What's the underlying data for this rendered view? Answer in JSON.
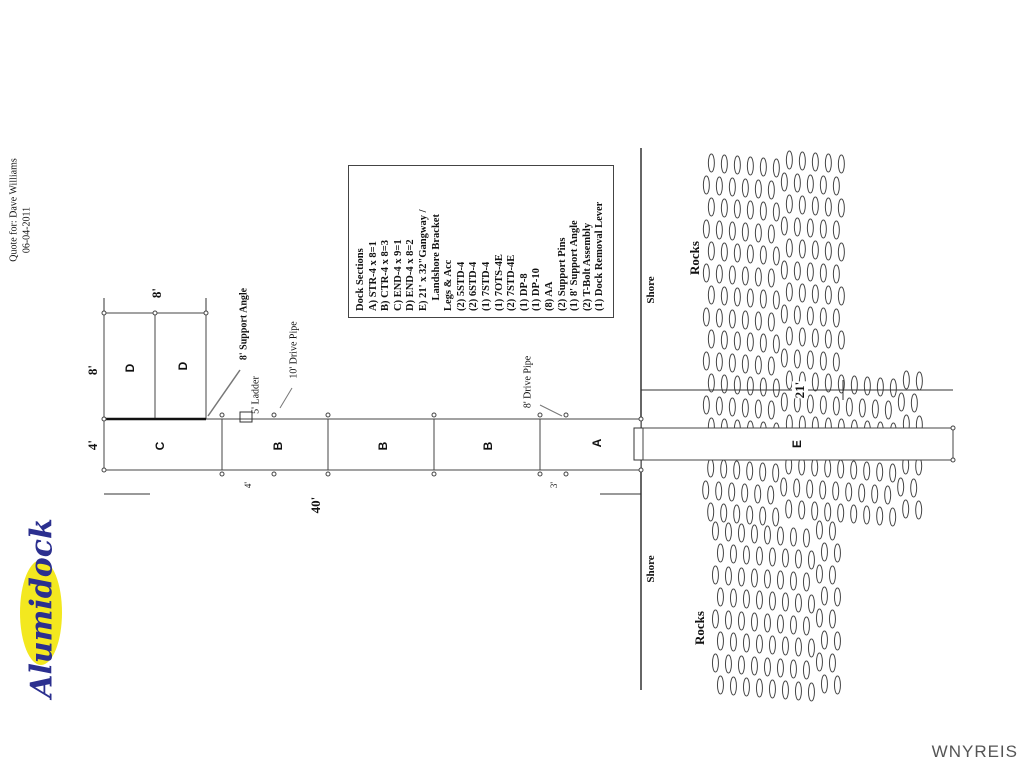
{
  "header": {
    "quote_for": "Quote for: Dave Williams",
    "date": "06-04-2011"
  },
  "logo": {
    "text": "Alumidock"
  },
  "legend": {
    "lines": [
      "Dock Sections",
      "A) STR-4 x 8=1",
      "B) CTR-4 x 8=3",
      "C) END-4 x 9=1",
      "D) END-4 x 8=2",
      "E) 21' x 32\"Gangway /",
      "    Landshore Bracket",
      "Legs & Acc",
      "(2) 5STD-4",
      "(2) 6STD-4",
      "(1) 7STD-4",
      "(1) 7OTS-4E",
      "(2) 7STD-4E",
      "(1) DP-8",
      "(1) DP-10",
      "(8) AA",
      "(2) Support Pins",
      "(1) 8' Support Angle",
      "(2) T-Bolt Assembly",
      "(1) Dock Removal Lever"
    ]
  },
  "sections": {
    "a": "A",
    "b": "B",
    "c": "C",
    "d": "D",
    "e": "E"
  },
  "labels": {
    "support_angle": "8' Support Angle",
    "drive_pipe_10": "10' Drive Pipe",
    "ladder": "5' Ladder",
    "drive_pipe_8": "8' Drive Pipe",
    "shore": "Shore",
    "rocks": "Rocks"
  },
  "dimensions": {
    "length": "40'",
    "d_width": "8'",
    "c_width": "4'",
    "d_length": "8'",
    "gangway": "21'",
    "leg_4": "4'",
    "leg_3": "3'"
  },
  "watermark": "WNYREIS"
}
